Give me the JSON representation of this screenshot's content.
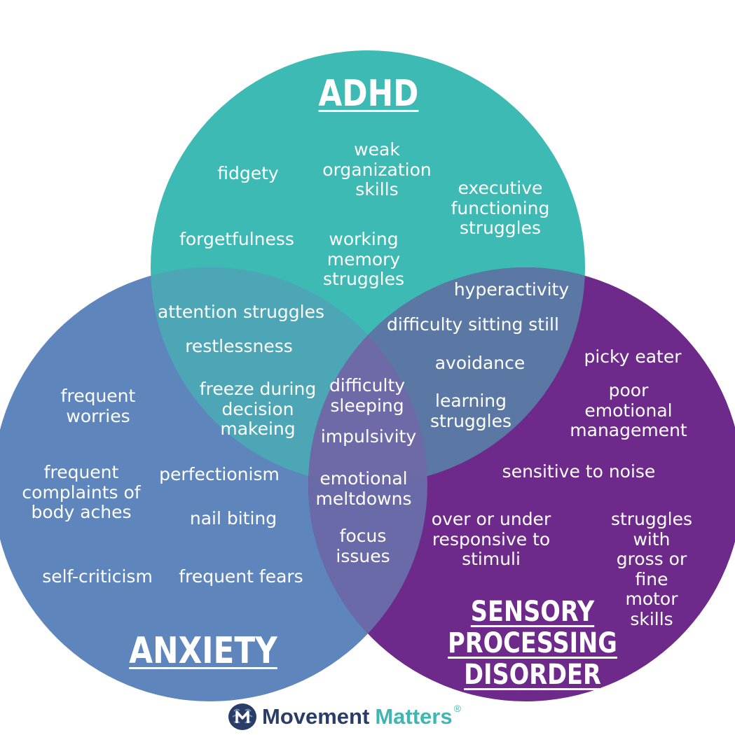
{
  "colors": {
    "adhd": "#3dbab4",
    "anxiety": "#5f86bc",
    "spd": "#6e2a8b",
    "adhd_anxiety": "#4ca6b6",
    "adhd_spd": "#5b78a4",
    "anxiety_spd": "#6a6aa8",
    "center": "#6e6aa8",
    "logo_dark": "#2a3d66",
    "logo_teal": "#3fb6b1"
  },
  "titles": {
    "adhd": "ADHD",
    "anxiety": "ANXIETY",
    "spd": "SENSORY\nPROCESSING\nDISORDER"
  },
  "labels": {
    "fidgety": "fidgety",
    "weak_organization": "weak\norganization\nskills",
    "executive_functioning": "executive\nfunctioning\nstruggles",
    "forgetfulness": "forgetfulness",
    "working_memory": "working\nmemory\nstruggles",
    "hyperactivity": "hyperactivity",
    "attention_struggles": "attention struggles",
    "difficulty_sitting_still": "difficulty sitting still",
    "restlessness": "restlessness",
    "avoidance": "avoidance",
    "picky_eater": "picky eater",
    "frequent_worries": "frequent\nworries",
    "freeze_decision": "freeze during\ndecision\nmakeing",
    "difficulty_sleeping": "difficulty\nsleeping",
    "learning_struggles": "learning\nstruggles",
    "poor_emotional": "poor\nemotional\nmanagement",
    "impulsivity": "impulsivity",
    "frequent_complaints": "frequent\ncomplaints of\nbody aches",
    "perfectionism": "perfectionism",
    "emotional_meltdowns": "emotional\nmeltdowns",
    "sensitive_noise": "sensitive to noise",
    "nail_biting": "nail biting",
    "over_under": "over or under\nresponsive to\nstimuli",
    "motor_skills": "struggles with\ngross or fine\nmotor skills",
    "focus_issues": "focus\nissues",
    "self_criticism": "self-criticism",
    "frequent_fears": "frequent fears"
  },
  "logo": {
    "icon": "brain-logo-icon",
    "word1": "Movement",
    "word2": "Matters",
    "reg": "®"
  }
}
